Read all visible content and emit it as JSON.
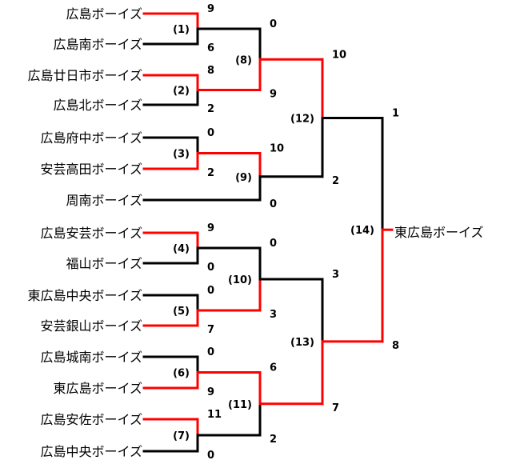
{
  "colors": {
    "win": "#ff0000",
    "lose": "#000000"
  },
  "teams": [
    "広島ボーイズ",
    "広島南ボーイズ",
    "広島廿日市ボーイズ",
    "広島北ボーイズ",
    "広島府中ボーイズ",
    "安芸高田ボーイズ",
    "周南ボーイズ",
    "広島安芸ボーイズ",
    "福山ボーイズ",
    "東広島中央ボーイズ",
    "安芸銀山ボーイズ",
    "広島城南ボーイズ",
    "東広島ボーイズ",
    "広島安佐ボーイズ",
    "広島中央ボーイズ"
  ],
  "matches": [
    {
      "id": "m1",
      "label": "(1)",
      "a": "t0",
      "b": "t1",
      "scores": [
        "9",
        "6"
      ],
      "winner": "a"
    },
    {
      "id": "m2",
      "label": "(2)",
      "a": "t2",
      "b": "t3",
      "scores": [
        "8",
        "2"
      ],
      "winner": "a"
    },
    {
      "id": "m3",
      "label": "(3)",
      "a": "t4",
      "b": "t5",
      "scores": [
        "0",
        "2"
      ],
      "winner": "b"
    },
    {
      "id": "m4",
      "label": "(4)",
      "a": "t7",
      "b": "t8",
      "scores": [
        "9",
        "0"
      ],
      "winner": "a"
    },
    {
      "id": "m5",
      "label": "(5)",
      "a": "t9",
      "b": "t10",
      "scores": [
        "0",
        "7"
      ],
      "winner": "b"
    },
    {
      "id": "m6",
      "label": "(6)",
      "a": "t11",
      "b": "t12",
      "scores": [
        "0",
        "9"
      ],
      "winner": "b"
    },
    {
      "id": "m7",
      "label": "(7)",
      "a": "t13",
      "b": "t14",
      "scores": [
        "11",
        "0"
      ],
      "winner": "a"
    },
    {
      "id": "m8",
      "label": "(8)",
      "a": "m1",
      "b": "m2",
      "scores": [
        "0",
        "9"
      ],
      "winner": "b"
    },
    {
      "id": "m9",
      "label": "(9)",
      "a": "m3",
      "b": "t6",
      "scores": [
        "10",
        "0"
      ],
      "winner": "a"
    },
    {
      "id": "m10",
      "label": "(10)",
      "a": "m4",
      "b": "m5",
      "scores": [
        "0",
        "3"
      ],
      "winner": "b"
    },
    {
      "id": "m11",
      "label": "(11)",
      "a": "m6",
      "b": "m7",
      "scores": [
        "6",
        "2"
      ],
      "winner": "a"
    },
    {
      "id": "m12",
      "label": "(12)",
      "a": "m8",
      "b": "m9",
      "scores": [
        "10",
        "2"
      ],
      "winner": "a"
    },
    {
      "id": "m13",
      "label": "(13)",
      "a": "m10",
      "b": "m11",
      "scores": [
        "3",
        "7"
      ],
      "winner": "b"
    },
    {
      "id": "m14",
      "label": "(14)",
      "a": "m12",
      "b": "m13",
      "scores": [
        "1",
        "8"
      ],
      "winner": "b"
    }
  ],
  "champion": "東広島ボーイズ"
}
